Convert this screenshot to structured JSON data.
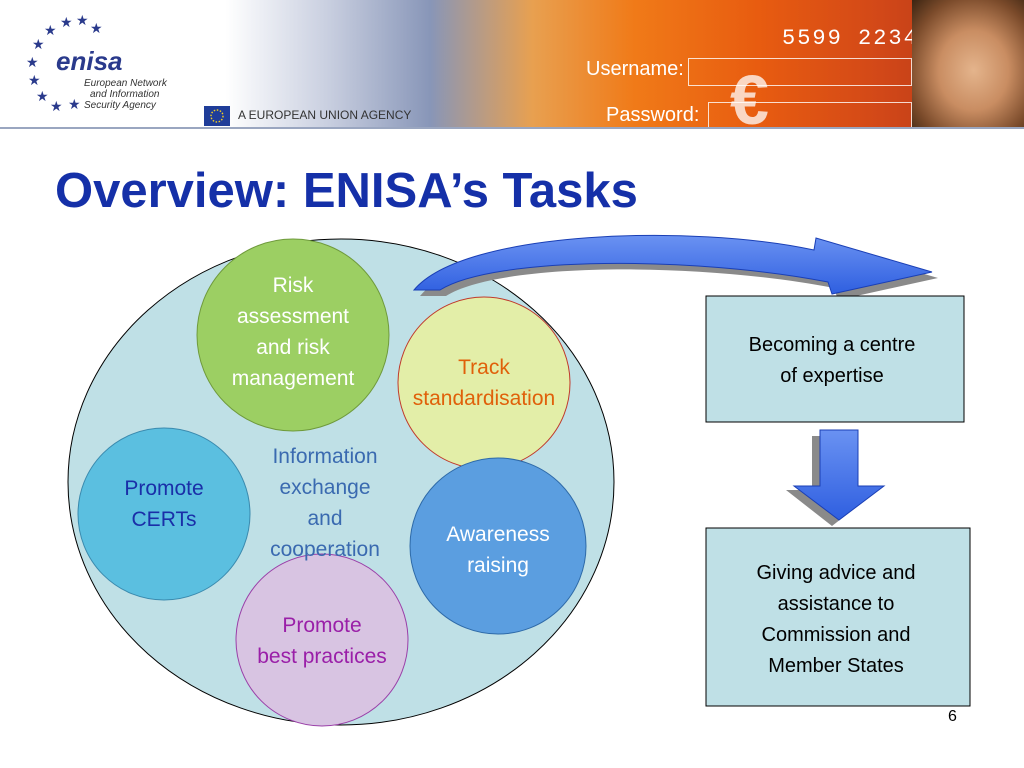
{
  "header": {
    "logo": {
      "name": "enisa",
      "line1": "European Network",
      "line2": "and Information",
      "line3": "Security Agency"
    },
    "agency_label": "A EUROPEAN UNION AGENCY",
    "username_label": "Username:",
    "password_label": "Password:",
    "digits": "5599 2234"
  },
  "slide": {
    "title": "Overview: ENISA’s Tasks",
    "page_number": "6"
  },
  "diagram": {
    "center": {
      "line1": "Information",
      "line2": "exchange",
      "line3": "and",
      "line4": "cooperation"
    },
    "circles": {
      "risk": {
        "line1": "Risk",
        "line2": "assessment",
        "line3": "and risk",
        "line4": "management"
      },
      "track": {
        "line1": "Track",
        "line2": "standardisation"
      },
      "certs": {
        "line1": "Promote",
        "line2": "CERTs"
      },
      "awareness": {
        "line1": "Awareness",
        "line2": "raising"
      },
      "best": {
        "line1": "Promote",
        "line2": "best practices"
      }
    },
    "box1": {
      "line1": "Becoming a centre",
      "line2": "of expertise"
    },
    "box2": {
      "line1": "Giving advice and",
      "line2": "assistance to",
      "line3": "Commission and",
      "line4": "Member States"
    }
  },
  "colors": {
    "title": "#1530a8",
    "big_circle": "#bfe0e6",
    "risk": "#9ccf63",
    "track": "#e3eea8",
    "certs": "#5bbfe0",
    "awareness": "#5b9ee0",
    "best": "#d8c4e2",
    "box_fill": "#bfe0e6",
    "arrow": "#3b6de8"
  }
}
